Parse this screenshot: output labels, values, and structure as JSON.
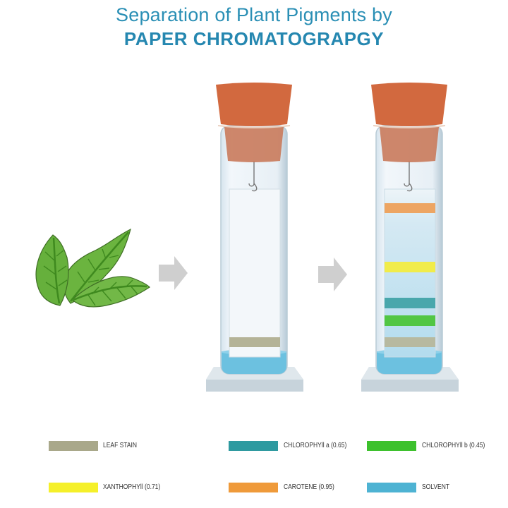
{
  "title": {
    "line1": "Separation of Plant Pigments by",
    "line2": "PAPER CHROMATOGRAPGY",
    "color": "#2a8fb5"
  },
  "illustration": {
    "leaves": {
      "icon": "leaf-cluster-icon",
      "color": "#5aa832"
    },
    "arrows": [
      {
        "icon": "arrow-right-icon",
        "color": "#cfcfcf"
      },
      {
        "icon": "arrow-right-icon",
        "color": "#cfcfcf"
      }
    ],
    "tubes": [
      {
        "name": "before",
        "stopper_color": "#d2693f",
        "paper": "blank",
        "bands": [
          {
            "pigment": "leaf_stain"
          }
        ]
      },
      {
        "name": "after",
        "stopper_color": "#d2693f",
        "paper": "developed",
        "bands": [
          {
            "pigment": "carotene"
          },
          {
            "pigment": "xanthophyll"
          },
          {
            "pigment": "chlorophyll_a"
          },
          {
            "pigment": "chlorophyll_b"
          },
          {
            "pigment": "leaf_stain"
          }
        ]
      }
    ]
  },
  "legend": [
    {
      "key": "leaf_stain",
      "label": "LEAF STAIN",
      "color": "#a9a88a"
    },
    {
      "key": "chlorophyll_a",
      "label": "CHLOROPHYll a (0.65)",
      "color": "#2e9aa0"
    },
    {
      "key": "chlorophyll_b",
      "label": "CHLOROPHYll b (0.45)",
      "color": "#3dc12d"
    },
    {
      "key": "xanthophyll",
      "label": "XANTHOPHYll (0.71)",
      "color": "#f5f02a"
    },
    {
      "key": "carotene",
      "label": "CAROTENE (0.95)",
      "color": "#ef9a3a"
    },
    {
      "key": "solvent",
      "label": "SOLVENT",
      "color": "#4eb3d3"
    }
  ]
}
